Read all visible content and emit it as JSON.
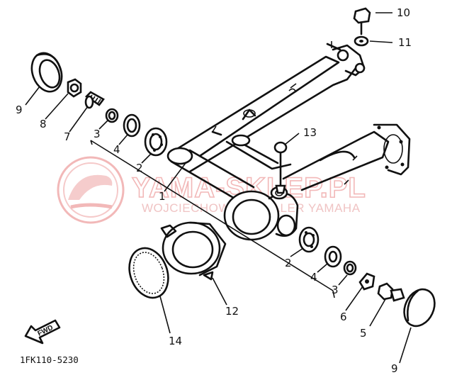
{
  "watermark": {
    "main": "YAMA-SKLEP.PL",
    "sub": "WOJCIECHOWSKI DEALER YAMAHA"
  },
  "direction_arrow": "FWD",
  "diagram_code": "1FK110-5230",
  "callouts": [
    "1",
    "2",
    "3",
    "4",
    "5",
    "6",
    "7",
    "8",
    "9",
    "10",
    "11",
    "12",
    "13",
    "14"
  ],
  "callout_labels": {
    "n10": "10",
    "n11": "11",
    "n9a": "9",
    "n8": "8",
    "n7": "7",
    "n3a": "3",
    "n4a": "4",
    "n2a": "2",
    "n13": "13",
    "n1": "1",
    "n2b": "2",
    "n4b": "4",
    "n3b": "3",
    "n12": "12",
    "n14": "14",
    "n6": "6",
    "n5": "5",
    "n9b": "9"
  }
}
